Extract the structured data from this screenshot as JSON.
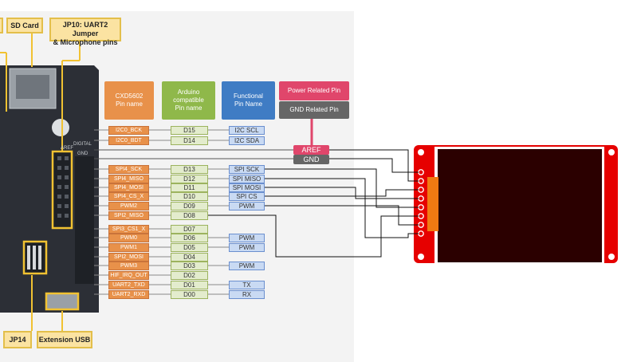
{
  "callouts": {
    "sd_card": "SD Card",
    "jp10_line1": "JP10: UART2 Jumper",
    "jp10_line2": "& Microphone pins",
    "jp14": "JP14",
    "extension_usb": "Extension USB"
  },
  "board_silkscreen": {
    "digital": "DIGITAL",
    "aref": "AREF",
    "gnd": "GND"
  },
  "headers": {
    "cxd_line1": "CXD5602",
    "cxd_line2": "Pin name",
    "arduino_line1": "Arduino",
    "arduino_line2": "compatible",
    "arduino_line3": "Pin name",
    "functional_line1": "Functional",
    "functional_line2": "Pin Name"
  },
  "legend": {
    "power": "Power Related Pin",
    "gnd": "GND Related Pin"
  },
  "power_pins": {
    "aref": "AREF",
    "gnd": "GND"
  },
  "pins": [
    {
      "cxd": "I2C0_BCK",
      "arduino": "D15",
      "func": "I2C SCL"
    },
    {
      "cxd": "I2C0_BDT",
      "arduino": "D14",
      "func": "I2C SDA"
    },
    {
      "cxd": "SPI4_SCK",
      "arduino": "D13",
      "func": "SPI SCK"
    },
    {
      "cxd": "SPI4_MISO",
      "arduino": "D12",
      "func": "SPI MISO"
    },
    {
      "cxd": "SPI4_MOSI",
      "arduino": "D11",
      "func": "SPI MOSI"
    },
    {
      "cxd": "SPI4_CS_X",
      "arduino": "D10",
      "func": "SPI CS"
    },
    {
      "cxd": "PWM2",
      "arduino": "D09",
      "func": "PWM"
    },
    {
      "cxd": "SPI2_MISO",
      "arduino": "D08",
      "func": ""
    },
    {
      "cxd": "SPI3_CS1_X",
      "arduino": "D07",
      "func": ""
    },
    {
      "cxd": "PWM0",
      "arduino": "D06",
      "func": "PWM"
    },
    {
      "cxd": "PWM1",
      "arduino": "D05",
      "func": "PWM"
    },
    {
      "cxd": "SPI2_MOSI",
      "arduino": "D04",
      "func": ""
    },
    {
      "cxd": "PWM3",
      "arduino": "D03",
      "func": "PWM"
    },
    {
      "cxd": "HIF_IRQ_OUT",
      "arduino": "D02",
      "func": ""
    },
    {
      "cxd": "UART2_TXD",
      "arduino": "D01",
      "func": "TX"
    },
    {
      "cxd": "UART2_RXD",
      "arduino": "D00",
      "func": "RX"
    }
  ],
  "colors": {
    "cxd": "#e8914a",
    "arduino": "#8fb84a",
    "functional": "#3f7cc4",
    "power": "#e0466b",
    "gnd": "#666666",
    "lcd_board": "#e60000",
    "callout": "#fbe3a2"
  }
}
